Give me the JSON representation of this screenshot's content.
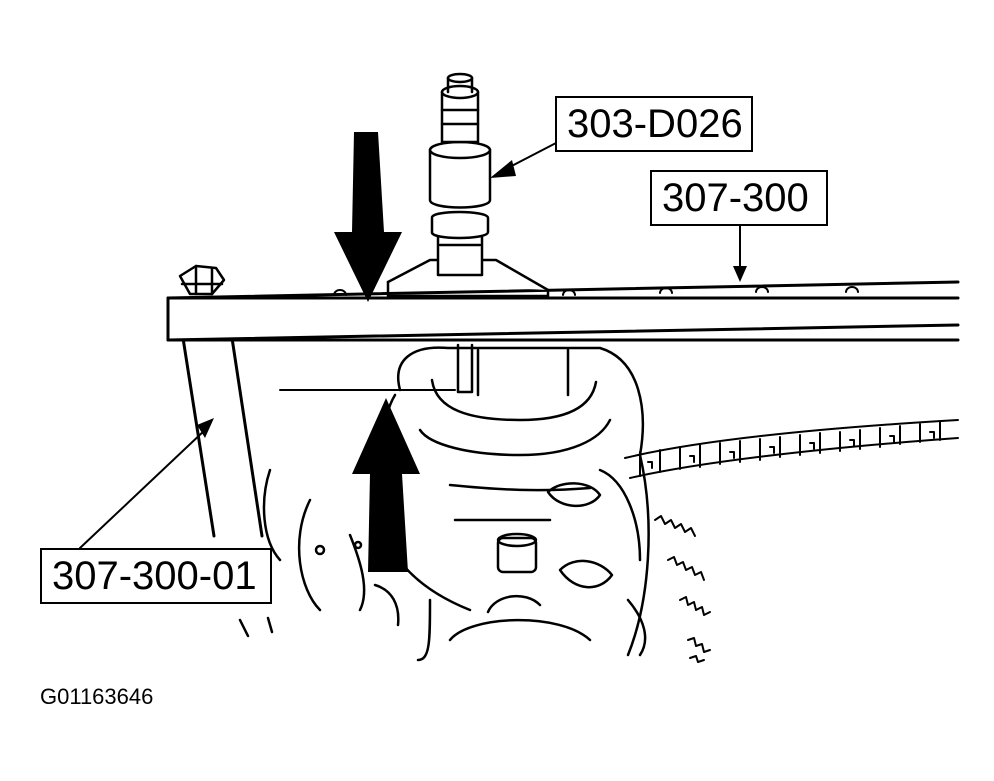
{
  "callouts": {
    "tool_303_d026": "303-D026",
    "tool_307_300": "307-300",
    "tool_307_300_01": "307-300-01"
  },
  "figure_id": "G01163646",
  "colors": {
    "ink": "#000000",
    "paper": "#ffffff"
  }
}
